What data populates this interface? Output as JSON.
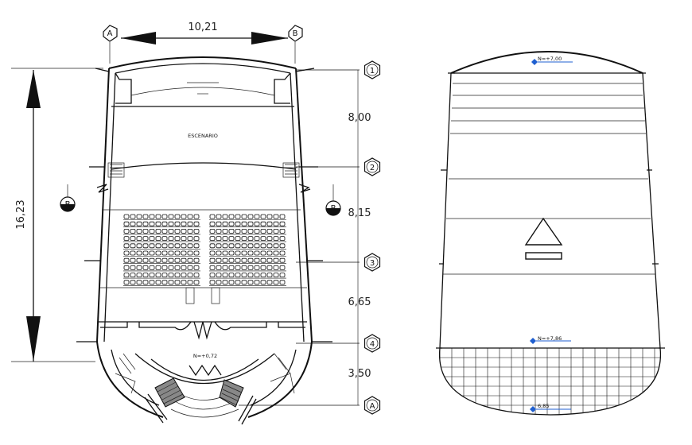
{
  "plan": {
    "width_dim": "10,21",
    "length_dim": "16,23",
    "section_marks": [
      "A",
      "B"
    ],
    "level_label": "N=+0,72",
    "stage_label": "ESCENARIO"
  },
  "axes": [
    "1",
    "2",
    "3",
    "4",
    "A"
  ],
  "spacings": [
    "8,00",
    "8,15",
    "6,65",
    "3,50"
  ],
  "roof": {
    "level_top": "N=+7,00",
    "level_mid": "N=+7,86",
    "level_bottom": "6,85"
  },
  "colors": {
    "line": "#111111",
    "level_marker": "#1f5fd0"
  }
}
